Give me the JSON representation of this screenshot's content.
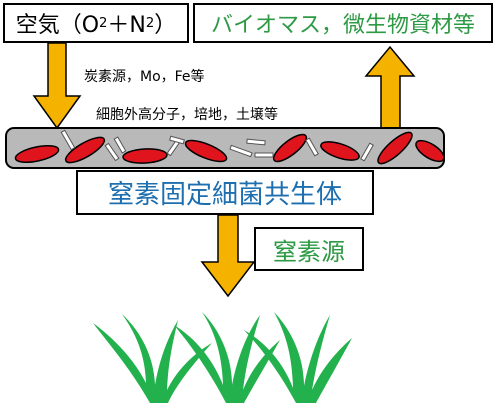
{
  "air_box": {
    "label_prefix": "空気（O",
    "sub1": "2",
    "label_mid": "＋N",
    "sub2": "2",
    "label_suffix": "）"
  },
  "biomass_box": {
    "label": "バイオマス，微生物資材等"
  },
  "carbon_note": {
    "text": "炭素源，Mo，Fe等"
  },
  "cell_note": {
    "text": "細胞外高分子，培地，土壌等"
  },
  "symbiont_box": {
    "label": "窒素固定細菌共生体"
  },
  "nitrogen_box": {
    "label": "窒素源"
  },
  "colors": {
    "arrow": "#f5b300",
    "bar": "#b9b9b9",
    "bacteria": "#e0141c",
    "plant": "#22b14c",
    "biomass_text": "#2e9a45",
    "symbiont_text": "#1d6fb0"
  }
}
